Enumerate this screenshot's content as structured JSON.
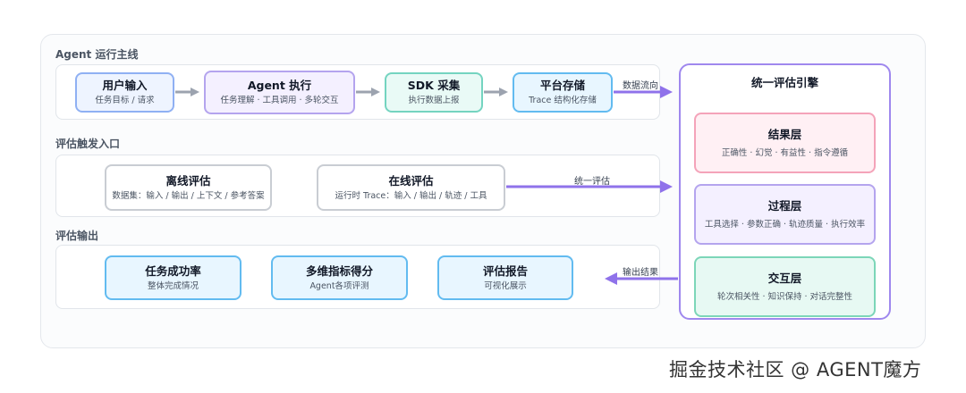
{
  "sections": {
    "main_line": "Agent 运行主线",
    "triggers": "评估触发入口",
    "outputs": "评估输出"
  },
  "main_nodes": [
    {
      "title": "用户输入",
      "sub": "任务目标 / 请求"
    },
    {
      "title": "Agent 执行",
      "sub": "任务理解 · 工具调用 · 多轮交互"
    },
    {
      "title": "SDK 采集",
      "sub": "执行数据上报"
    },
    {
      "title": "平台存储",
      "sub": "Trace 结构化存储"
    }
  ],
  "trigger_nodes": [
    {
      "title": "离线评估",
      "sub": "数据集：输入 / 输出 / 上下文 / 参考答案"
    },
    {
      "title": "在线评估",
      "sub": "运行时 Trace：输入 / 输出 / 轨迹 / 工具"
    }
  ],
  "output_nodes": [
    {
      "title": "任务成功率",
      "sub": "整体完成情况"
    },
    {
      "title": "多维指标得分",
      "sub": "Agent各项评测"
    },
    {
      "title": "评估报告",
      "sub": "可视化展示"
    }
  ],
  "engine": {
    "title": "统一评估引擎",
    "layers": [
      {
        "title": "结果层",
        "sub": "正确性 · 幻觉 · 有益性 · 指令遵循"
      },
      {
        "title": "过程层",
        "sub": "工具选择 · 参数正确 · 轨迹质量 · 执行效率"
      },
      {
        "title": "交互层",
        "sub": "轮次相关性 · 知识保持 · 对话完整性"
      }
    ]
  },
  "edge_labels": {
    "data_flow": "数据流向",
    "unified_eval": "统一评估",
    "output_result": "输出结果"
  },
  "watermark": "掘金技术社区 @ AGENT魔方",
  "colors": {
    "arrow_gray": "#9ca3af",
    "arrow_purple": "#8f72ea",
    "engine_border": "#9f88ee"
  }
}
